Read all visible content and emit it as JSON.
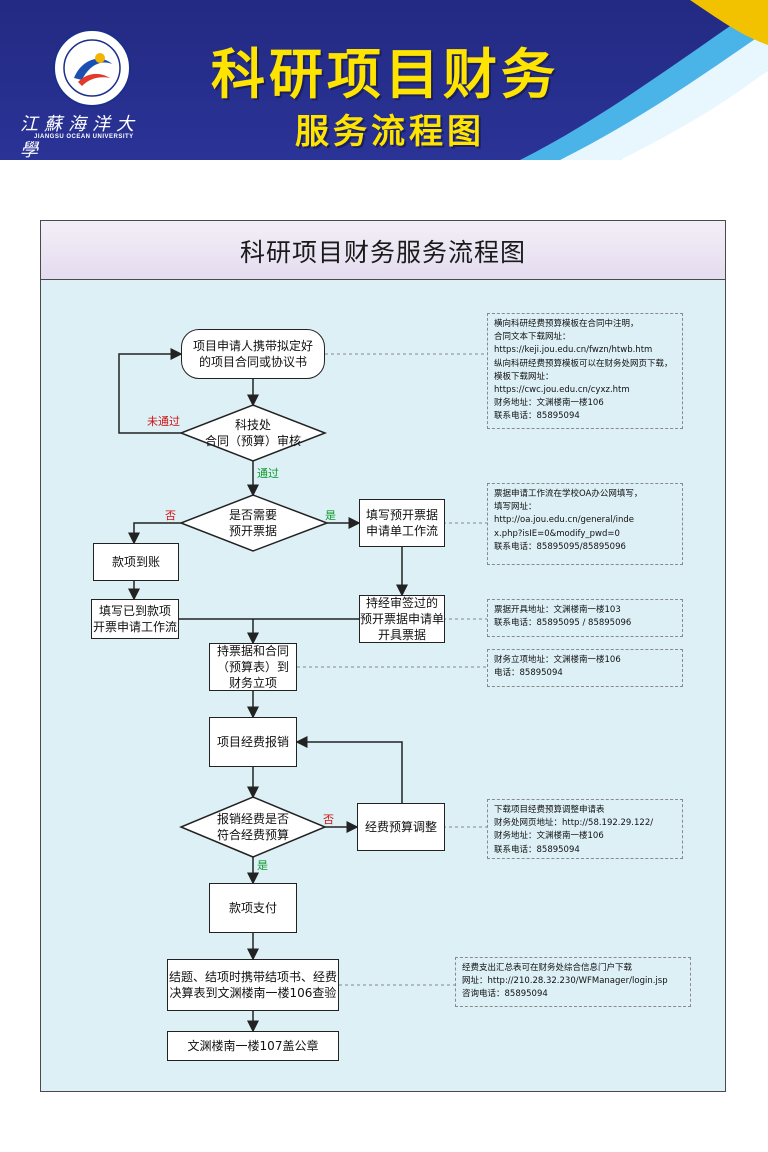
{
  "header": {
    "title": "科研项目财务",
    "subtitle": "服务流程图",
    "logo_cn": "江蘇海洋大學",
    "logo_en": "JIANGSU OCEAN UNIVERSITY"
  },
  "card": {
    "title": "科研项目财务服务流程图"
  },
  "nodes": {
    "n1": "项目申请人携带拟定好\n的项目合同或协议书",
    "d1": "科技处\n合同（预算）审核",
    "d2": "是否需要\n预开票据",
    "n_fill_prebill": "填写预开票据\n申请单工作流",
    "n_arrival": "款项到账",
    "n_prebill_issue": "持经审签过的\n预开票据申请单\n开具票据",
    "n_fill_arrival": "填写已到款项\n开票申请工作流",
    "n_register": "持票据和合同\n（预算表）到\n财务立项",
    "n_reimburse": "项目经费报销",
    "d3": "报销经费是否\n符合经费预算",
    "n_adjust": "经费预算调整",
    "n_pay": "款项支付",
    "n_close": "结题、结项时携带结项书、经费\n决算表到文渊楼南一楼106查验",
    "n_stamp": "文渊楼南一楼107盖公章"
  },
  "labels": {
    "not_passed": "未通过",
    "passed": "通过",
    "no1": "否",
    "yes1": "是",
    "no2": "否",
    "yes2": "是"
  },
  "notes": {
    "note1": "横向科研经费预算模板在合同中注明，\n合同文本下载网址：\nhttps://keji.jou.edu.cn/fwzn/htwb.htm\n纵向科研经费预算模板可以在财务处网页下载，\n模板下载网址：\nhttps://cwc.jou.edu.cn/cyxz.htm\n财务地址：文渊楼南一楼106\n联系电话：85895094",
    "note2": "票据申请工作流在学校OA办公网填写，\n填写网址：\nhttp://oa.jou.edu.cn/general/inde\nx.php?isIE=0&modify_pwd=0\n联系电话：85895095/85895096",
    "note3": "票据开具地址：文渊楼南一楼103\n联系电话：85895095 / 85895096",
    "note4": "财务立项地址：文渊楼南一楼106\n电话：85895094",
    "note5": "下载项目经费预算调整申请表\n财务处网页地址：http://58.192.29.122/\n财务地址：文渊楼南一楼106\n联系电话：85895094",
    "note6": "经费支出汇总表可在财务处综合信息门户下载\n网址：http://210.28.32.230/WFManager/login.jsp\n咨询电话：85895094"
  },
  "colors": {
    "header_bg": "#232a82",
    "title_yellow": "#ffe400",
    "card_bg": "#ddf0f6",
    "label_red": "#d01010",
    "label_green": "#0a9a2a"
  }
}
